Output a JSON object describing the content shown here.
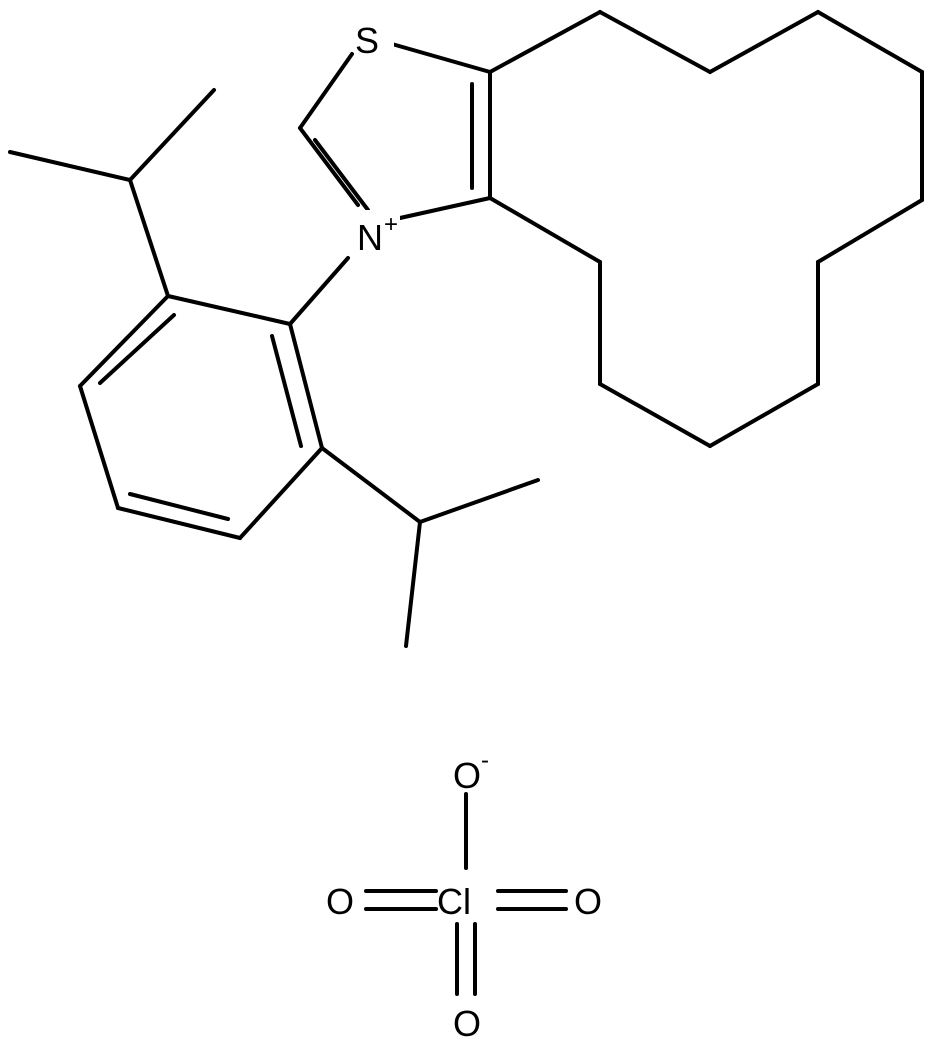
{
  "atoms": {
    "sulfur": "S",
    "nitrogen": "N",
    "nitrogen_charge": "+",
    "chlorine": "Cl",
    "oxygen_top": "O",
    "oxygen_top_charge": "-",
    "oxygen_left": "O",
    "oxygen_right": "O",
    "oxygen_bottom": "O"
  },
  "colors": {
    "bond": "#000000",
    "label": "#000000",
    "background": "#ffffff"
  }
}
